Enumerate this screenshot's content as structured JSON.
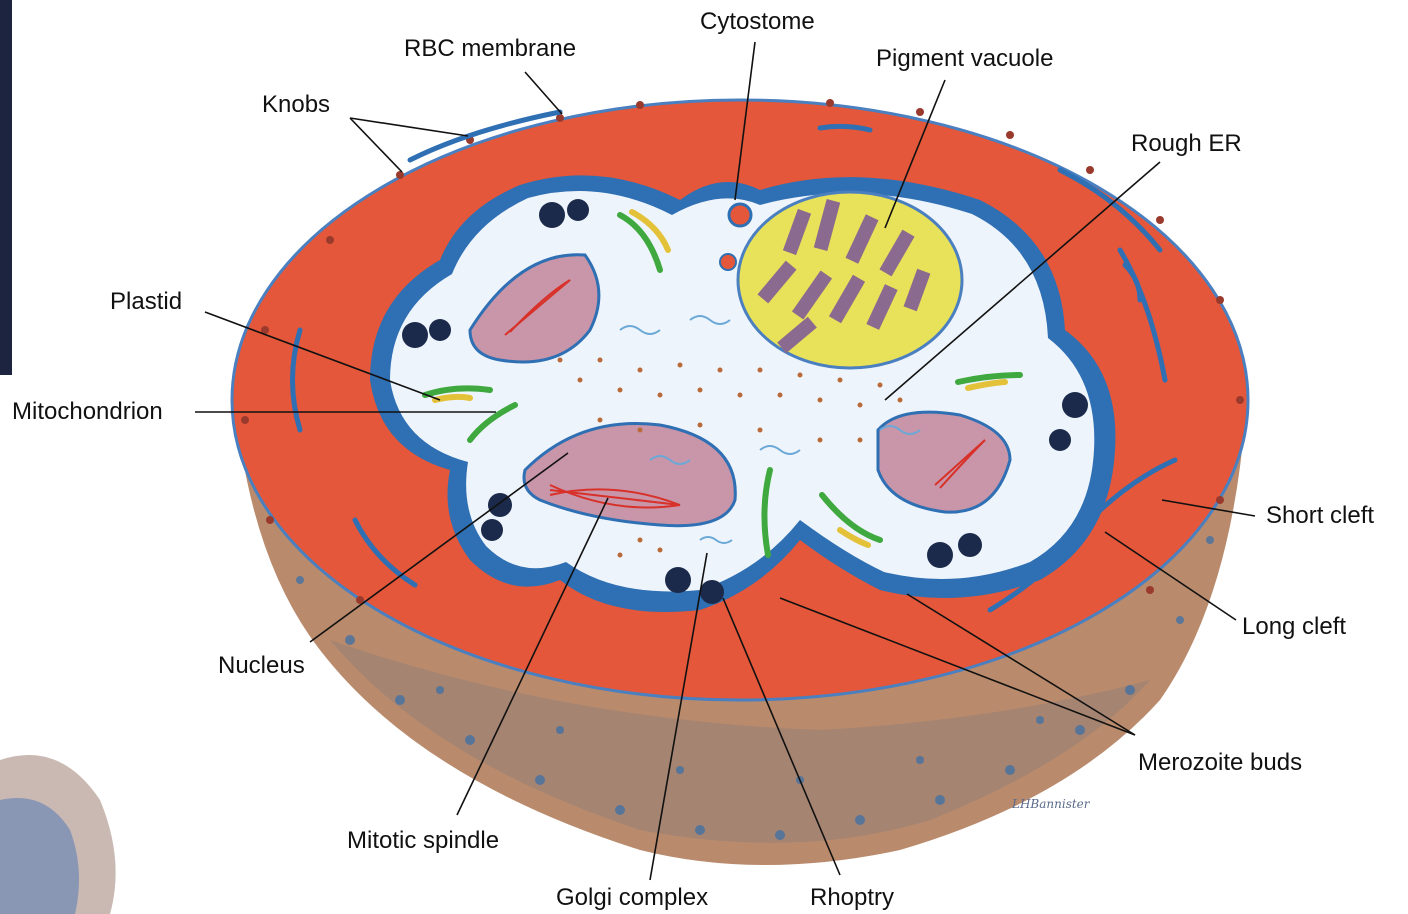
{
  "labels": {
    "rbc_membrane": "RBC membrane",
    "cytostome": "Cytostome",
    "pigment_vacuole": "Pigment vacuole",
    "knobs": "Knobs",
    "rough_er": "Rough ER",
    "plastid": "Plastid",
    "mitochondrion": "Mitochondrion",
    "short_cleft": "Short cleft",
    "long_cleft": "Long cleft",
    "nucleus": "Nucleus",
    "merozoite_buds": "Merozoite buds",
    "mitotic_spindle": "Mitotic spindle",
    "golgi_complex": "Golgi complex",
    "rhoptry": "Rhoptry"
  },
  "signature": "LHBannister",
  "colors": {
    "cytoplasm_red": "#e4573a",
    "membrane_blue": "#2f6fb3",
    "parasite_white": "#eef4fb",
    "nucleus_purple": "#c896a8",
    "pigment_yellow": "#e8e15a",
    "side_tan": "#b98b6c"
  }
}
